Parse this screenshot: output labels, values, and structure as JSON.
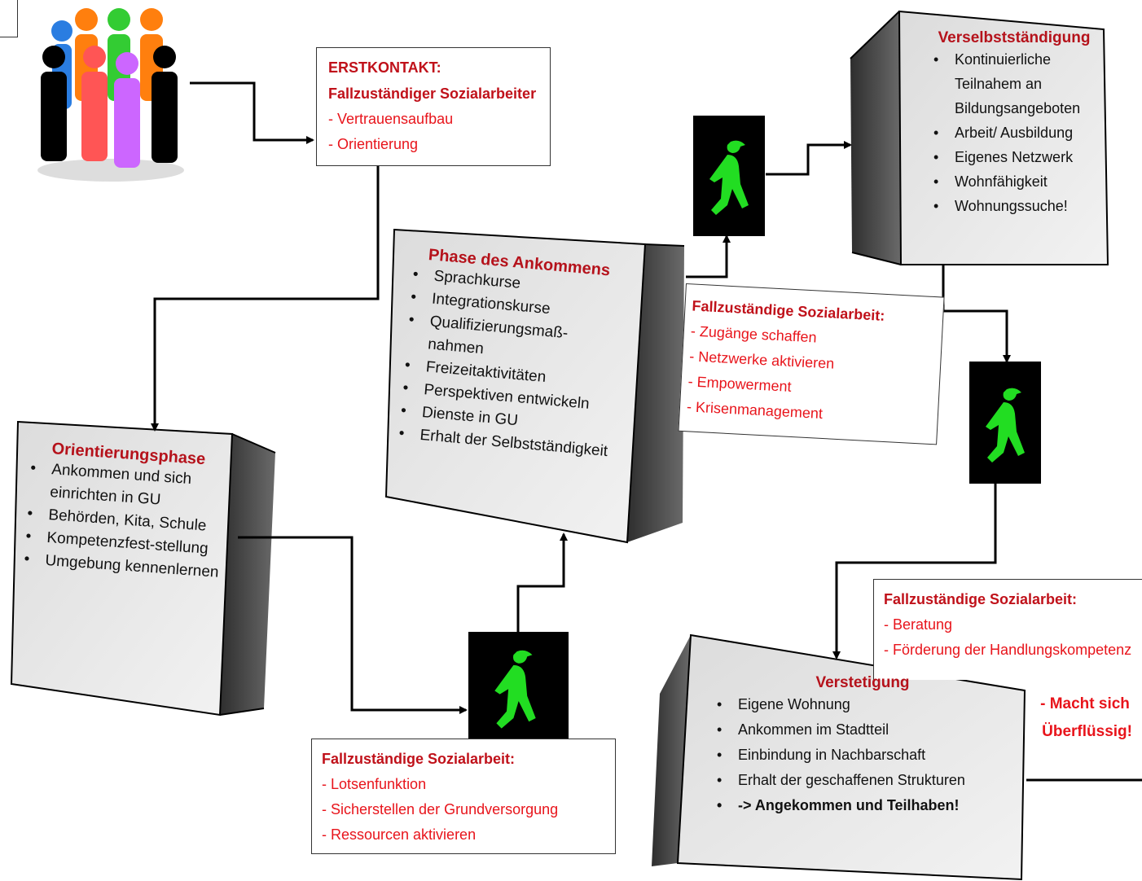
{
  "erstkontakt": {
    "title": "ERSTKONTAKT:",
    "subtitle": "Fallzuständiger Sozialarbeiter",
    "items": [
      "- Vertrauensaufbau",
      "- Orientierung"
    ]
  },
  "orientierungsphase": {
    "title": "Orientierungsphase",
    "items": [
      "Ankommen und sich einrichten in GU",
      "Behörden, Kita, Schule",
      "Kompetenzfest-stellung",
      "Umgebung kennenlernen"
    ]
  },
  "ankommen": {
    "title": "Phase des Ankommens",
    "items": [
      "Sprachkurse",
      "Integrationskurse",
      "Qualifizierungsmaß-nahmen",
      "Freizeitaktivitäten",
      "Perspektiven entwickeln",
      "Dienste in GU",
      "Erhalt der Selbstständigkeit"
    ]
  },
  "verselbststaendigung": {
    "title": "Verselbstständigung",
    "items": [
      "Kontinuierliche Teilnahem an Bildungsangeboten",
      "Arbeit/ Ausbildung",
      "Eigenes Netzwerk",
      "Wohnfähigkeit",
      "Wohnungssuche!"
    ]
  },
  "verstetigung": {
    "title": "Verstetigung",
    "items": [
      "Eigene Wohnung",
      "Ankommen im Stadtteil",
      "Einbindung in Nachbarschaft",
      "Erhalt der geschaffenen Strukturen"
    ],
    "final_item": "-> Angekommen und Teilhaben!"
  },
  "sozialarbeit_middle": {
    "title": "Fallzuständige Sozialarbeit:",
    "items": [
      "- Zugänge schaffen",
      "- Netzwerke aktivieren",
      "- Empowerment",
      "- Krisenmanagement"
    ]
  },
  "sozialarbeit_bottom": {
    "title": "Fallzuständige Sozialarbeit:",
    "items": [
      "- Lotsenfunktion",
      "- Sicherstellen der Grundversorgung",
      "- Ressourcen aktivieren"
    ]
  },
  "sozialarbeit_right": {
    "title": "Fallzuständige Sozialarbeit:",
    "items": [
      "- Beratung",
      "- Förderung der Handlungskompetenz"
    ]
  },
  "macht_sich": "- Macht sich",
  "ueberfluessig": "Überflüssig!",
  "colors": {
    "red": "#e8141b",
    "dark_red": "#b5121b",
    "cube_face": "#e9e9e9",
    "cube_side": "#4a4a4a",
    "traffic_green": "#22dd22"
  },
  "icons": [
    "people-group-icon",
    "green-pedestrian-light-icon"
  ]
}
